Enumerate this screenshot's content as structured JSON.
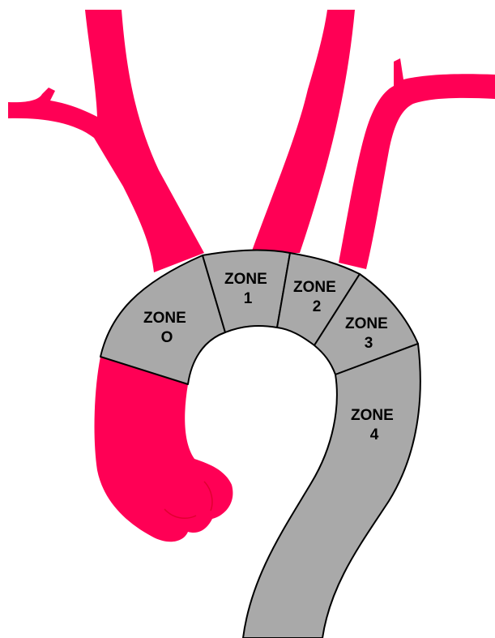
{
  "colors": {
    "vessel": "#ff0055",
    "zone_fill": "#a9a9a9",
    "outline": "#000000",
    "background": "#ffffff"
  },
  "zones": [
    {
      "line1": "ZONE",
      "line2": "O"
    },
    {
      "line1": "ZONE",
      "line2": "1"
    },
    {
      "line1": "ZONE",
      "line2": "2"
    },
    {
      "line1": "ZONE",
      "line2": "3"
    },
    {
      "line1": "ZONE",
      "line2": "4"
    }
  ]
}
